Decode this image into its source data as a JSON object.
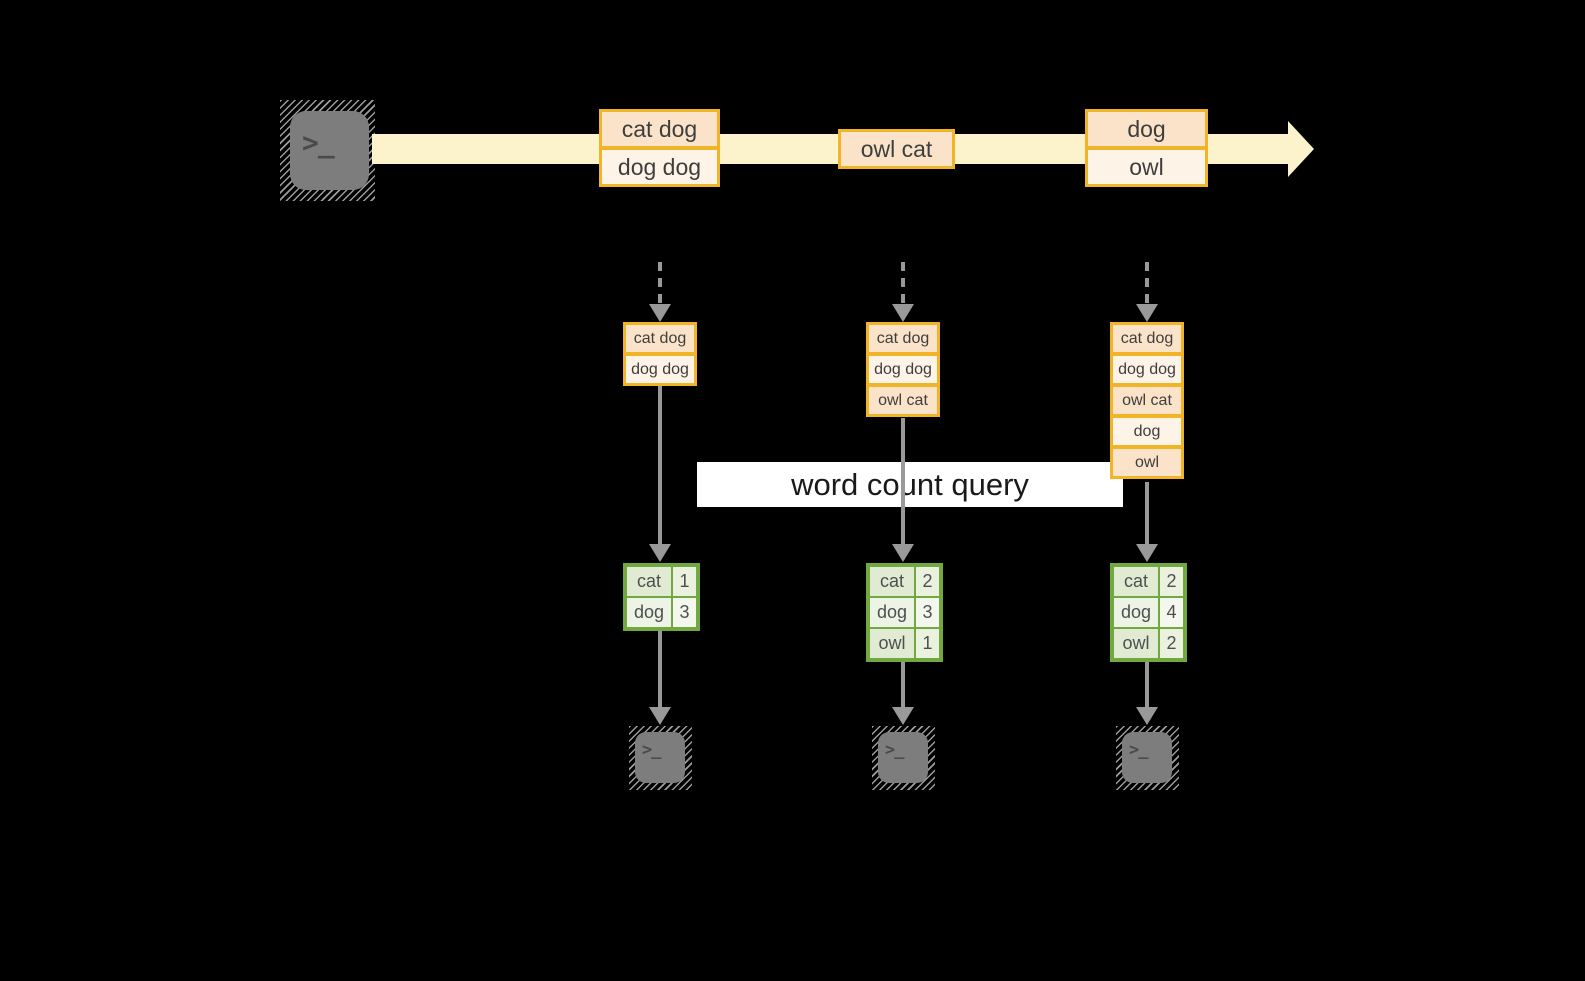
{
  "stream": {
    "batches": [
      {
        "rows": [
          "cat dog",
          "dog dog"
        ]
      },
      {
        "rows": [
          "owl cat"
        ]
      },
      {
        "rows": [
          "dog",
          "owl"
        ]
      }
    ]
  },
  "query": {
    "label": "word count query"
  },
  "columns": [
    {
      "state": [
        "cat dog",
        "dog dog"
      ],
      "table": {
        "rows": [
          {
            "word": "cat",
            "count": "1"
          },
          {
            "word": "dog",
            "count": "3"
          }
        ]
      }
    },
    {
      "state": [
        "cat dog",
        "dog dog",
        "owl cat"
      ],
      "table": {
        "rows": [
          {
            "word": "cat",
            "count": "2"
          },
          {
            "word": "dog",
            "count": "3"
          },
          {
            "word": "owl",
            "count": "1"
          }
        ]
      }
    },
    {
      "state": [
        "cat dog",
        "dog dog",
        "owl cat",
        "dog",
        "owl"
      ],
      "table": {
        "rows": [
          {
            "word": "cat",
            "count": "2"
          },
          {
            "word": "dog",
            "count": "4"
          },
          {
            "word": "owl",
            "count": "2"
          }
        ]
      }
    }
  ],
  "icons": {
    "terminal_glyph": ">_"
  },
  "colors": {
    "background": "#000000",
    "stream_band": "#fcf3cd",
    "box_border_gold": "#f1b426",
    "box_fill_dark": "#fae3c8",
    "box_fill_light": "#fdf3e6",
    "table_border_green": "#72a840",
    "table_fill_dark": "#e1ead3",
    "table_fill_light": "#edf3e5",
    "arrow_gray": "#999999",
    "terminal_gray": "#7d7d7d",
    "query_band": "#ffffff"
  }
}
